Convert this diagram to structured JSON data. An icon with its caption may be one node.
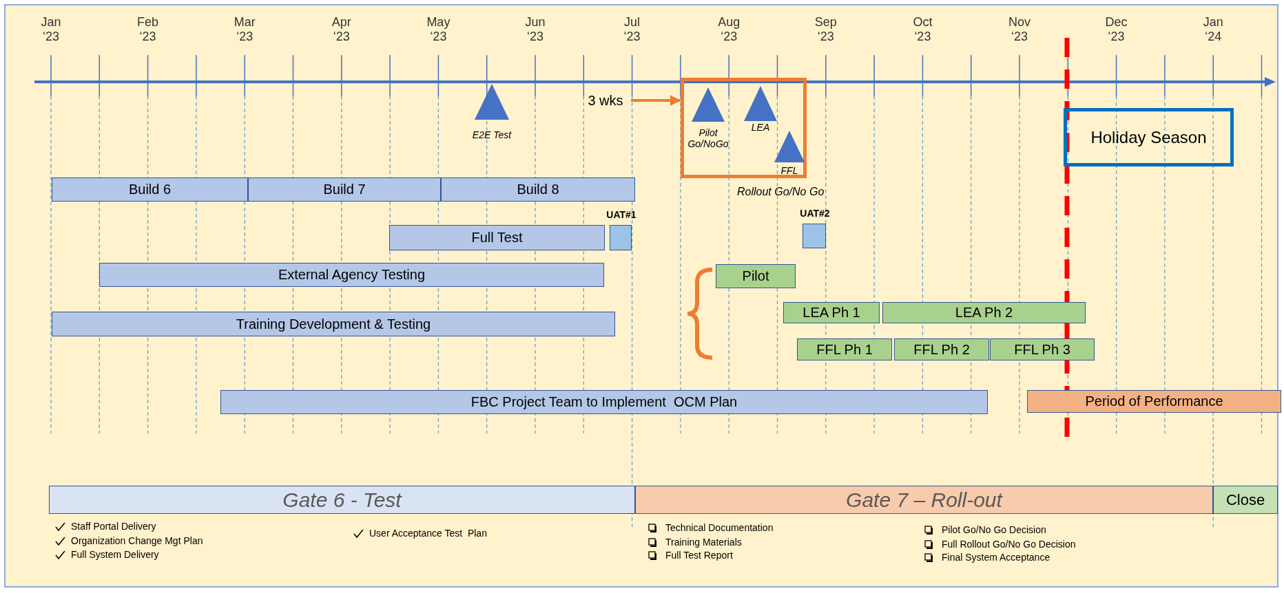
{
  "diagram": {
    "nodes": [
      {
        "text": [],
        "shape": "triangle",
        "beside": [
          "E2E Test"
        ]
      },
      {
        "text": [
          "3 wks"
        ]
      },
      {
        "text": [],
        "shape": "box"
      },
      {
        "text": [],
        "shape": "triangle",
        "beside": [
          "Pilot Go/NoGo"
        ],
        "in": 2
      },
      {
        "text": [],
        "shape": "triangle",
        "beside": [
          "LEA"
        ],
        "in": 2
      },
      {
        "text": [],
        "shape": "triangle",
        "beside": [
          "FFL"
        ],
        "in": 2
      },
      {
        "text": [
          "Holiday Season"
        ]
      },
      {
        "text": [
          "Build 6"
        ]
      },
      {
        "text": [
          "Build 7"
        ]
      },
      {
        "text": [
          "Build 8"
        ]
      },
      {
        "text": [
          "Full Test"
        ]
      },
      {
        "text": [],
        "shape": "box",
        "beside": [
          "UAT#1"
        ]
      },
      {
        "text": [],
        "shape": "box",
        "beside": [
          "UAT#2"
        ]
      },
      {
        "text": [
          "External Agency Testing"
        ]
      },
      {
        "text": [
          "Pilot"
        ]
      },
      {
        "text": [
          "LEA Ph 1"
        ]
      },
      {
        "text": [
          "LEA Ph 2"
        ]
      },
      {
        "text": [
          "Training Development & Testing"
        ]
      },
      {
        "text": [
          "FFL Ph 1"
        ]
      },
      {
        "text": [
          "FFL Ph 2"
        ]
      },
      {
        "text": [
          "FFL Ph 3"
        ]
      },
      {
        "text": [
          "FBC Project Team to Implement  OCM Plan"
        ]
      },
      {
        "text": [
          "Period of Performance"
        ]
      },
      {
        "text": [
          "Gate 6 - Test"
        ]
      },
      {
        "text": [
          "Gate 7 – Roll-out"
        ]
      },
      {
        "text": [
          "Close"
        ]
      }
    ],
    "edges": [
      {
        "from": 1,
        "to": 2,
        "arrow": "to"
      }
    ],
    "labels": [
      "Jan ‘23",
      "Feb ‘23",
      "Mar ‘23",
      "Apr ‘23",
      "May ‘23",
      "Jun ‘23",
      "Jul ‘23",
      "Aug ‘23",
      "Sep ‘23",
      "Oct ‘23",
      "Nov ‘23",
      "Dec ‘23",
      "Jan ‘24",
      "Rollout Go/No Go",
      "Staff Portal Delivery",
      "Organization Change Mgt Plan",
      "Full System Delivery",
      "User Acceptance Test  Plan",
      "Technical Documentation",
      "Training Materials",
      "Full Test Report",
      "Pilot Go/No Go Decision",
      "Full Rollout Go/No Go Decision",
      "Final System Acceptance"
    ]
  }
}
